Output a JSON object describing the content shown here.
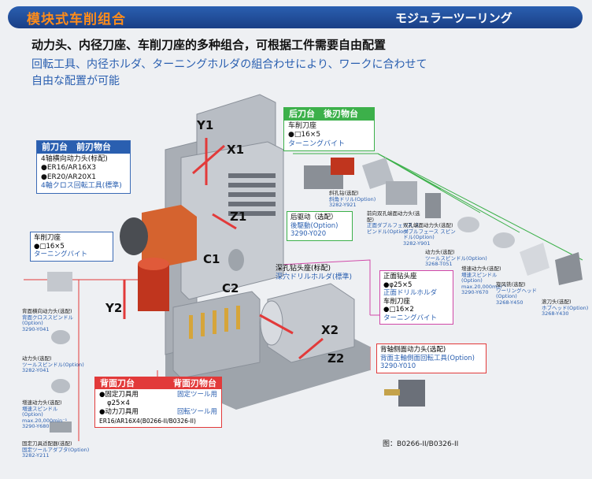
{
  "header": {
    "title": "模块式车削组合",
    "subtitle": "モジュラーツーリング"
  },
  "intro": {
    "lead_cn": "动力头、内径刀座、车削刀座的多种组合，可根据工件需要自由配置",
    "lead_jp_1": "回転工具、内径ホルダ、ターニングホルダの組合わせにより、ワークに合わせて",
    "lead_jp_2": "自由な配置が可能"
  },
  "axes": {
    "y1": "Y1",
    "x1": "X1",
    "z1": "Z1",
    "c1": "C1",
    "c2": "C2",
    "y2": "Y2",
    "x2": "X2",
    "z2": "Z2"
  },
  "front_turret": {
    "title": "前刀台　前刃物台",
    "line1": "4轴横向动力头(标配)",
    "line2": "●ER16/AR16X3",
    "line3": "●ER20/AR20X1",
    "line4": "4軸クロス回転工具(標準)"
  },
  "front_holder": {
    "line1": "车削刀座",
    "line2": "●□16×5",
    "line3": "ターニングバイト"
  },
  "rear_turret": {
    "title": "后刀台　後刃物台",
    "line1": "车削刀座",
    "line2": "●□16×5",
    "line3": "ターニングバイト"
  },
  "rear_drive": {
    "line1": "后驱动（选配）",
    "line2": "後駆動(Option)",
    "line3": "3290-Y020"
  },
  "deep_hole": {
    "line1": "深孔钻头座(标配)",
    "line2": "深穴ドリルホルダ(標準)"
  },
  "boring": {
    "line1": "正面钻头座",
    "line2": "●φ25×5",
    "line3": "正面ドリルホルダ",
    "line4": "车削刀座",
    "line5": "●□16×2",
    "line6": "ターニングバイト"
  },
  "back_side": {
    "line1": "背轴侧面动力头(选配)",
    "line2": "背面主軸側面回転工具(Option)",
    "line3": "3290-Y010"
  },
  "back_turret": {
    "title_cn": "背面刀台",
    "title_jp": "背面刃物台",
    "fixed_label": "●固定刀具用",
    "fixed_value": "φ25×4",
    "fixed_jp": "固定ツール用",
    "rotary_label": "●动力刀具用",
    "rotary_jp": "回転ツール用",
    "rotary_value": "ER16/AR16X4(B0266-II/B0326-II)"
  },
  "options_right": [
    {
      "cn": "斜孔钻(选配)",
      "jp": "斜角ドリル(Option)",
      "code": "3282-Y921"
    },
    {
      "cn": "前向双孔端面动力头(选配)",
      "jp": "正面ダブルフェース スピンドル(Option)",
      "code": ""
    },
    {
      "cn": "双孔端面动力头(选配)",
      "jp": "ダブルフェース スピンドル(Option)",
      "code": "3282-Y901"
    },
    {
      "cn": "动力头(选配)",
      "jp": "ツールスピンドル(Option)",
      "code": "3268-T051"
    },
    {
      "cn": "增速动力头(选配)",
      "jp": "増速スピンドル(Option) max.20,000min⁻¹",
      "code": "3290-Y670"
    },
    {
      "cn": "旋风铣(选配)",
      "jp": "ワーリングヘッド(Option)",
      "code": "3268-Y450"
    },
    {
      "cn": "滚刀头(选配)",
      "jp": "ホブヘッド(Option)",
      "code": "3268-Y430"
    }
  ],
  "options_left": [
    {
      "cn": "背面横向动力头(选配)",
      "jp": "背面クロススピンドル(Option)",
      "code": "3290-Y041"
    },
    {
      "cn": "动力头(选配)",
      "jp": "ツールスピンドル(Option)",
      "code": "3282-Y041"
    },
    {
      "cn": "增速动力头(选配)",
      "jp": "増速スピンドル(Option) max.20,000min⁻¹",
      "code": "3290-Y680"
    },
    {
      "cn": "固定刀具适配器(选配)",
      "jp": "固定ツールアダプタ(Option)",
      "code": "3282-Y211"
    }
  ],
  "caption": "图：B0266-II/B0326-II",
  "colors": {
    "header": "#1f4a97",
    "accent_orange": "#ff8c1a",
    "front_box": "#2a5fb0",
    "rear_box": "#3cb04a",
    "back_box": "#e23a3a",
    "machine": "#c8ccd2"
  }
}
